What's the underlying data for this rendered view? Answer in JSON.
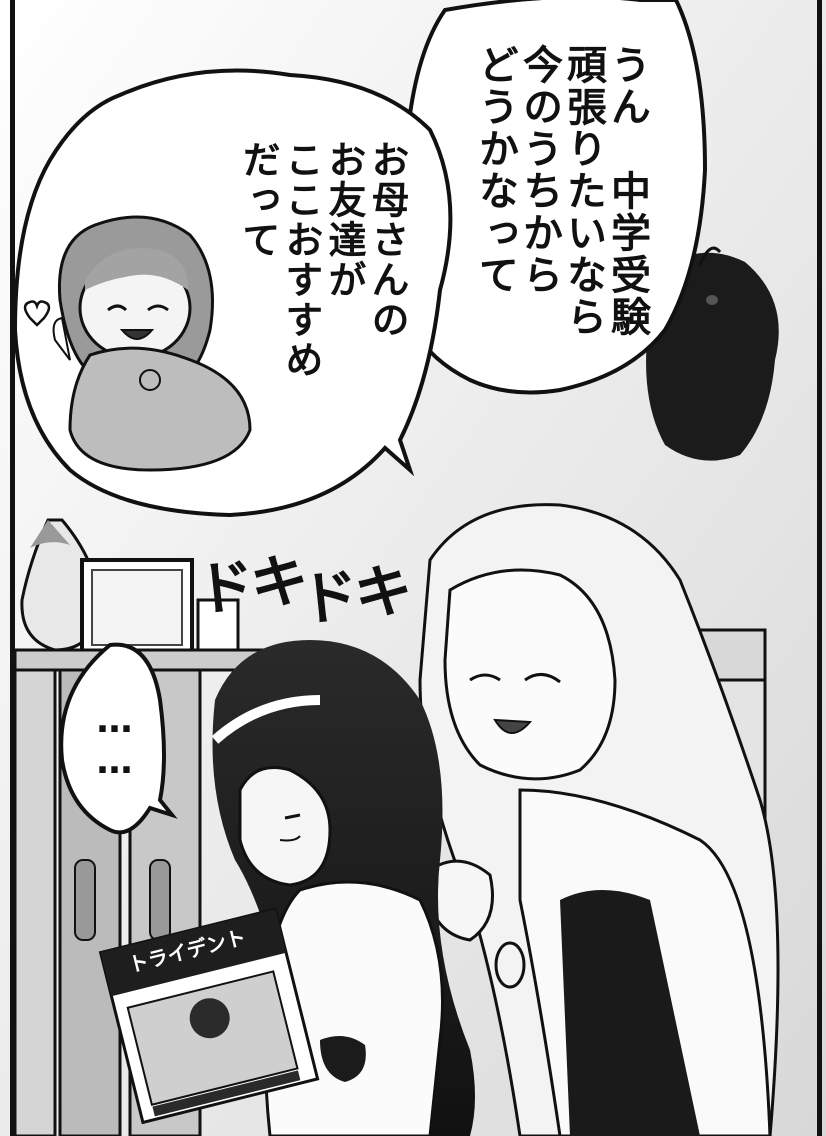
{
  "speech_bubble_1": {
    "lines": [
      "うん　中学受験",
      "頑張りたいなら",
      "今のうちから",
      "どうかなって"
    ]
  },
  "speech_bubble_2": {
    "lines": [
      "お母さんの",
      "お友達が",
      "ここおすすめ",
      "だって"
    ]
  },
  "speech_bubble_3": {
    "text": "……"
  },
  "sound_effects": [
    "ドキ",
    "ドキ"
  ],
  "magazine": {
    "title": "トライデント"
  }
}
